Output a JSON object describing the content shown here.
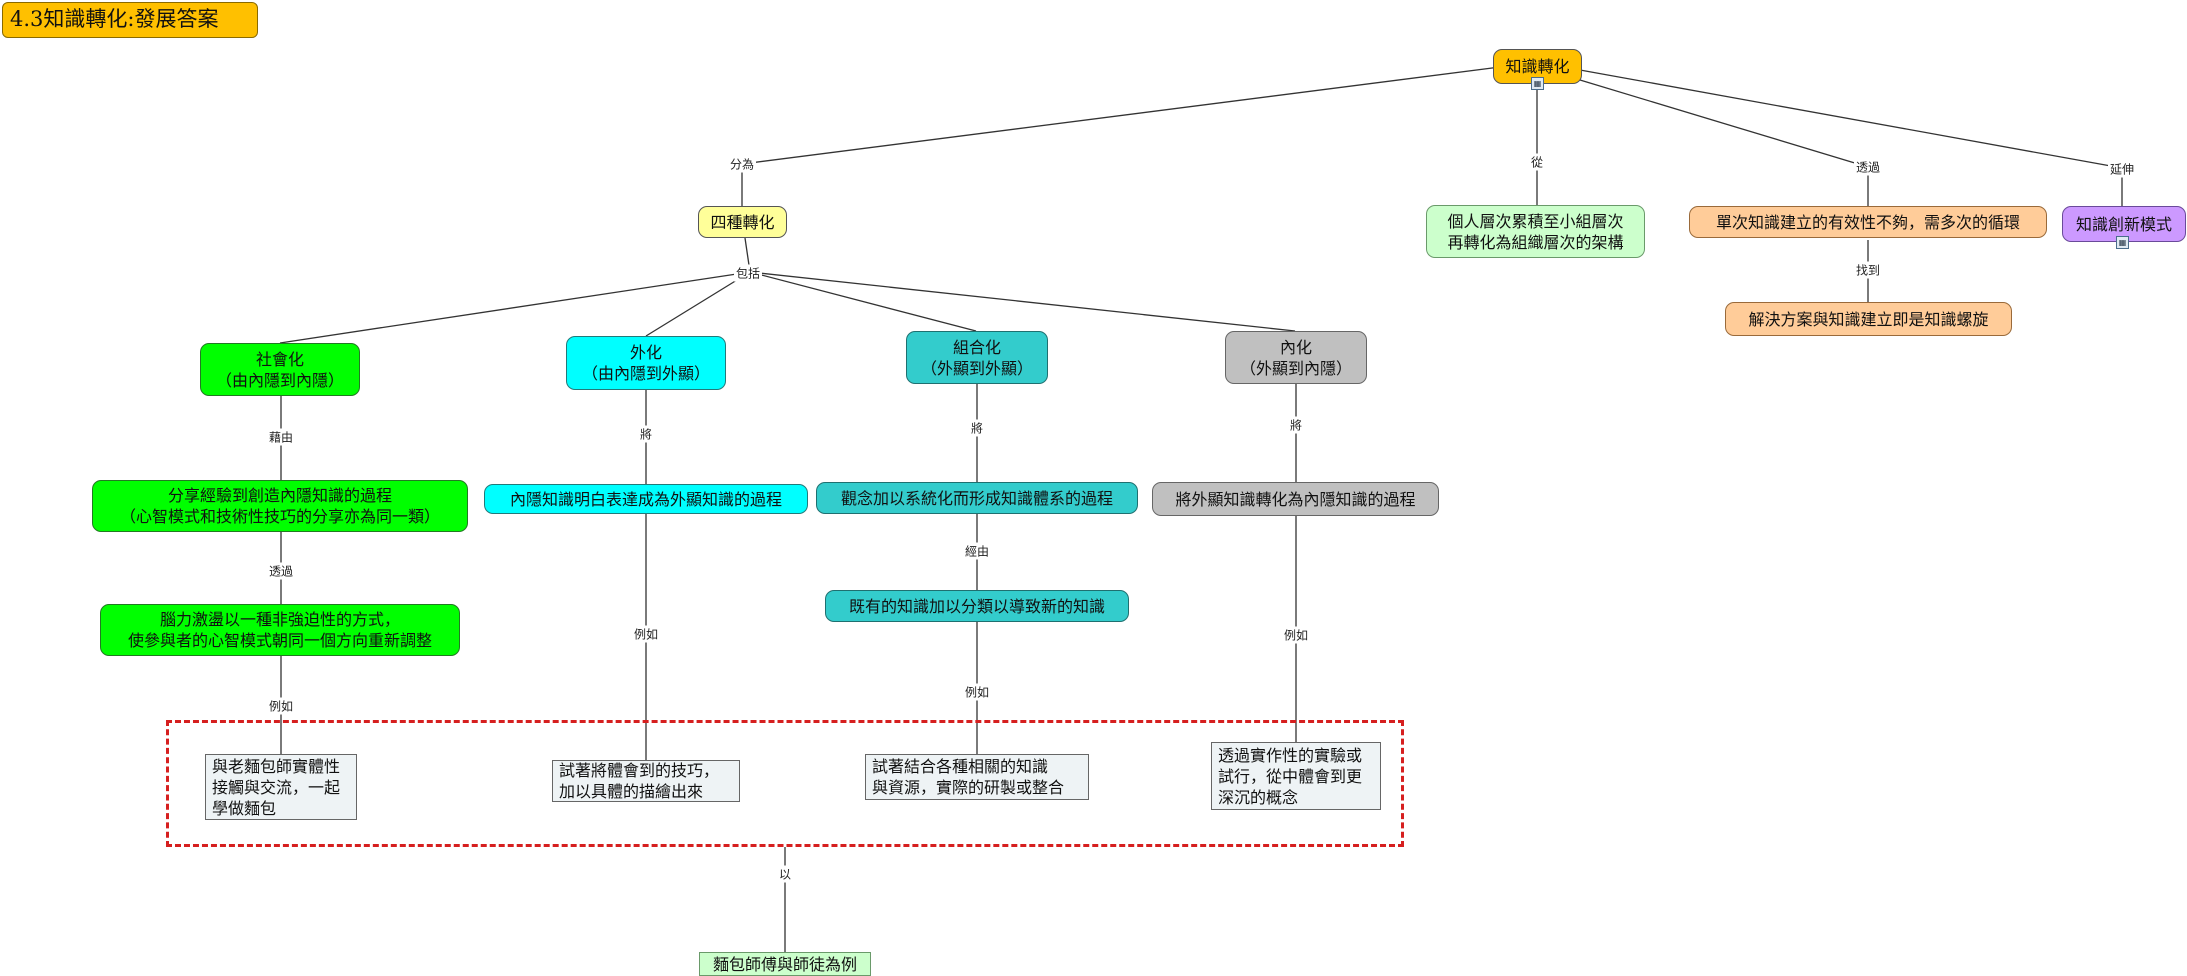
{
  "title": "4.3知識轉化:發展答案",
  "nodes": {
    "root": "知識轉化",
    "four": "四種轉化",
    "individual": "個人層次累積至小組層次\n再轉化為組織層次的架構",
    "single": "單次知識建立的有效性不夠，需多次的循環",
    "spiral": "解決方案與知識建立即是知識螺旋",
    "innovation": "知識創新模式",
    "social": "社會化\n（由內隱到內隱）",
    "external": "外化\n（由內隱到外顯）",
    "combine": "組合化\n（外顯到外顯）",
    "internal": "內化\n（外顯到內隱）",
    "social_def": "分享經驗到創造內隱知識的過程\n（心智模式和技術性技巧的分享亦為同一類）",
    "social_how": "腦力激盪以一種非強迫性的方式，\n使參與者的心智模式朝同一個方向重新調整",
    "external_def": "內隱知識明白表達成為外顯知識的過程",
    "combine_def": "觀念加以系統化而形成知識體系的過程",
    "combine_how": "既有的知識加以分類以導致新的知識",
    "internal_def": "將外顯知識轉化為內隱知識的過程",
    "ex1": "與老麵包師實體性\n接觸與交流，一起\n學做麵包",
    "ex2": "試著將體會到的技巧，\n加以具體的描繪出來",
    "ex3": "試著結合各種相關的知識\n與資源，實際的研製或整合",
    "ex4": "透過實作性的實驗或\n試行，從中體會到更\n深沉的概念",
    "baker": "麵包師傅與師徒為例"
  },
  "links": {
    "fenwei": "分為",
    "cong": "從",
    "touguo1": "透過",
    "yanshen": "延伸",
    "zhaodao": "找到",
    "baokuo": "包括",
    "jieyou1": "藉由",
    "jiang1": "將",
    "jiang2": "將",
    "jiang3": "將",
    "touguo2": "透過",
    "jingyou": "經由",
    "liru1": "例如",
    "liru2": "例如",
    "liru3": "例如",
    "liru4": "例如",
    "yi": "以"
  },
  "colors": {
    "root": "#ffc000",
    "four": "#ffff99",
    "individual": "#ccffcc",
    "single": "#ffcc99",
    "innovation": "#cc99ff",
    "social": "#00ff00",
    "external": "#00ffff",
    "combine": "#33cccc",
    "internal": "#c0c0c0",
    "dashed_box": "#d61f1f"
  }
}
